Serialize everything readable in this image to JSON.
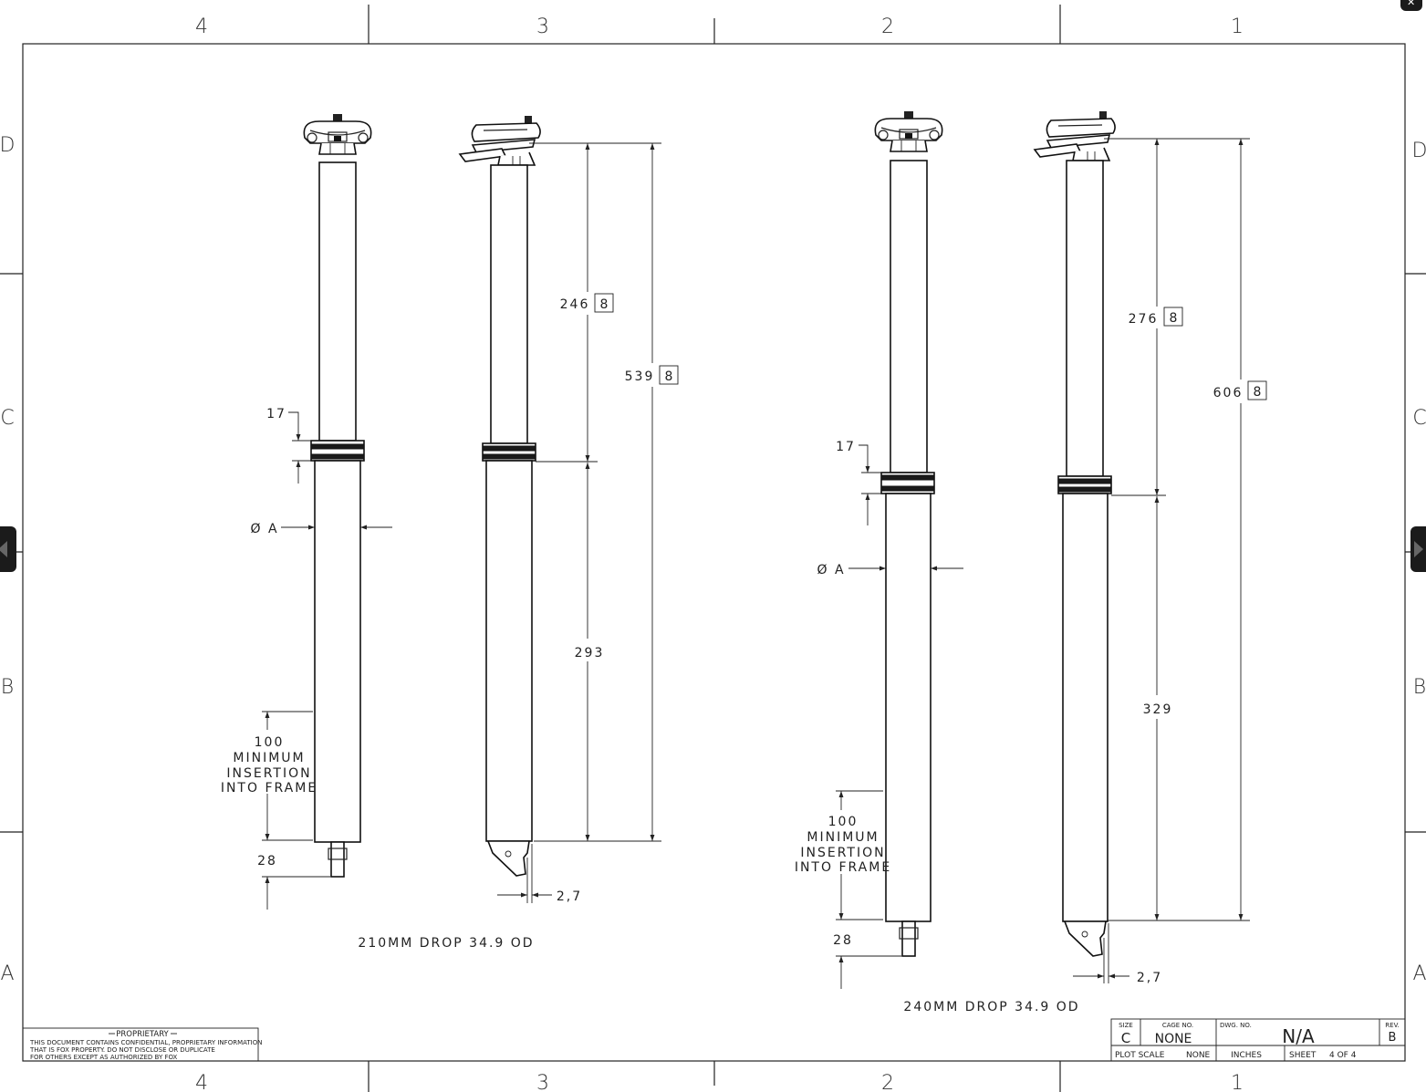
{
  "zones": {
    "columns": [
      "4",
      "3",
      "2",
      "1"
    ],
    "rows": [
      "D",
      "C",
      "B",
      "A"
    ]
  },
  "view_210": {
    "caption": "210MM DROP  34.9 OD",
    "dim_17": "17",
    "dim_diameter": "Ø A",
    "insertion": [
      "100",
      "MINIMUM",
      "INSERTION",
      "INTO FRAME"
    ],
    "dim_28": "28",
    "dim_upper": "246",
    "dim_lower": "293",
    "dim_total": "539",
    "dim_offset": "2,7",
    "note_ref": "8"
  },
  "view_240": {
    "caption": "240MM DROP  34.9 OD",
    "dim_17": "17",
    "dim_diameter": "Ø A",
    "insertion": [
      "100",
      "MINIMUM",
      "INSERTION",
      "INTO FRAME"
    ],
    "dim_28": "28",
    "dim_upper": "276",
    "dim_lower": "329",
    "dim_total": "606",
    "dim_offset": "2,7",
    "note_ref": "8"
  },
  "proprietary": {
    "title": "PROPRIETARY",
    "lines": [
      "THIS DOCUMENT CONTAINS CONFIDENTIAL, PROPRIETARY INFORMATION",
      "THAT IS FOX PROPERTY.  DO NOT DISCLOSE OR DUPLICATE",
      "FOR OTHERS EXCEPT AS AUTHORIZED BY FOX"
    ]
  },
  "title_block": {
    "size_label": "SIZE",
    "size": "C",
    "cage_label": "CAGE NO.",
    "cage": "NONE",
    "dwg_label": "DWG. NO.",
    "dwg": "N/A",
    "rev_label": "REV.",
    "rev": "B",
    "plot_scale_label": "PLOT SCALE",
    "plot_scale": "NONE",
    "units": "INCHES",
    "sheet_label": "SHEET",
    "sheet": "4 OF 4"
  },
  "viewer": {
    "close_icon": "close-icon",
    "prev_icon": "arrow-left-icon",
    "next_icon": "arrow-right-icon"
  }
}
